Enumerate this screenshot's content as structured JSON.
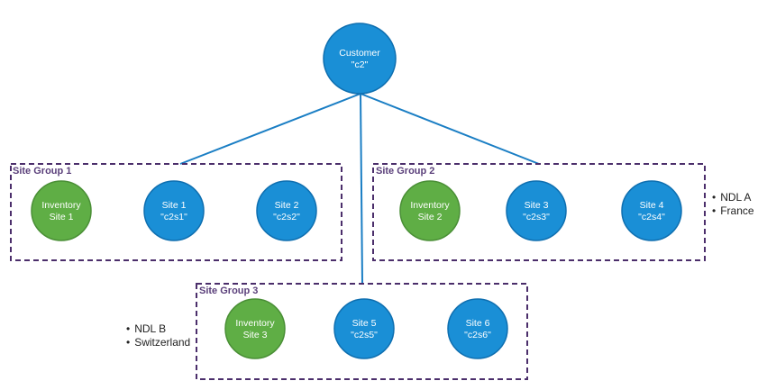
{
  "colors": {
    "blue": "#1a8fd6",
    "blue_stroke": "#0f6fb0",
    "green": "#5fae45",
    "green_stroke": "#4a8f36",
    "connector": "#1a7ec4",
    "group_border": "#4b2e6b"
  },
  "customer": {
    "line1": "Customer",
    "line2": "\"c2\""
  },
  "site_groups": [
    {
      "title": "Site Group 1",
      "nodes": [
        {
          "type": "inventory",
          "line1": "Inventory",
          "line2": "Site 1"
        },
        {
          "type": "site",
          "line1": "Site 1",
          "line2": "\"c2s1\""
        },
        {
          "type": "site",
          "line1": "Site 2",
          "line2": "\"c2s2\""
        }
      ]
    },
    {
      "title": "Site Group 2",
      "nodes": [
        {
          "type": "inventory",
          "line1": "Inventory",
          "line2": "Site 2"
        },
        {
          "type": "site",
          "line1": "Site 3",
          "line2": "\"c2s3\""
        },
        {
          "type": "site",
          "line1": "Site 4",
          "line2": "\"c2s4\""
        }
      ]
    },
    {
      "title": "Site Group 3",
      "nodes": [
        {
          "type": "inventory",
          "line1": "Inventory",
          "line2": "Site 3"
        },
        {
          "type": "site",
          "line1": "Site 5",
          "line2": "\"c2s5\""
        },
        {
          "type": "site",
          "line1": "Site 6",
          "line2": "\"c2s6\""
        }
      ]
    }
  ],
  "notes": {
    "group2": [
      "NDL A",
      "France"
    ],
    "group3": [
      "NDL B",
      "Switzerland"
    ]
  }
}
